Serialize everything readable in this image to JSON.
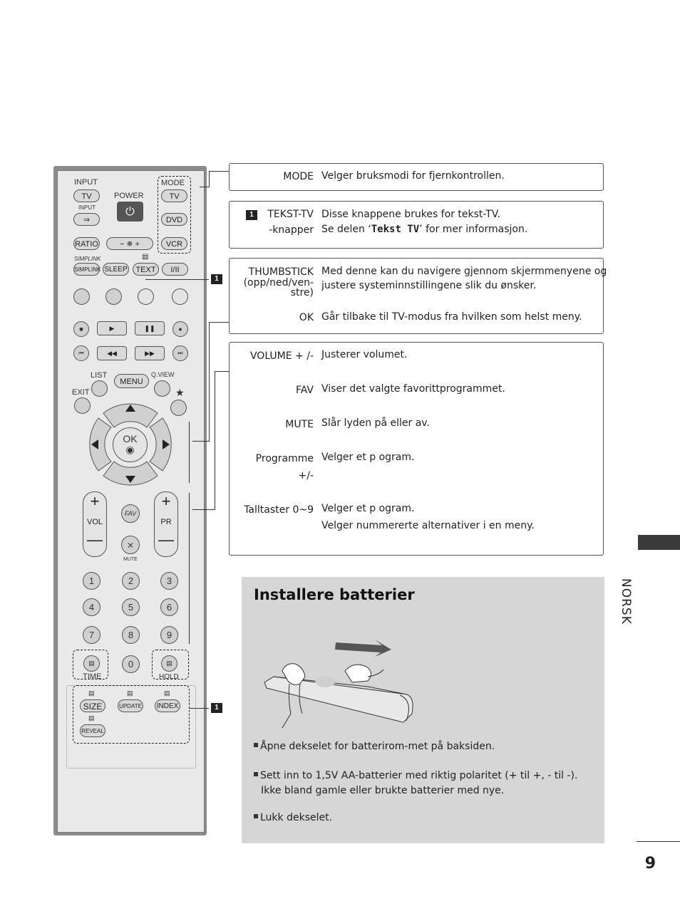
{
  "remote": {
    "input_label": "INPUT",
    "tv_label": "TV",
    "input_small": "INPUT",
    "power_label": "POWER",
    "mode_label": "MODE",
    "mode_tv": "TV",
    "dvd": "DVD",
    "vcr": "VCR",
    "ratio": "RATIO",
    "brightness": "− ✵ +",
    "simplink_logo": "SIMPLINK",
    "simplink": "SIMPLINK",
    "sleep": "SLEEP",
    "text": "TEXT",
    "i_ii": "I/II",
    "list": "LIST",
    "menu": "MENU",
    "qview": "Q.VIEW",
    "exit": "EXIT",
    "star": "★",
    "ok": "OK",
    "vol": "VOL",
    "pr": "PR",
    "fav": "FAV",
    "mute": "MUTE",
    "digits": [
      "1",
      "2",
      "3",
      "4",
      "5",
      "6",
      "7",
      "8",
      "9",
      "0"
    ],
    "time": "TIME",
    "hold": "HOLD",
    "size": "SIZE",
    "update": "UPDATE",
    "index": "INDEX",
    "reveal": "REVEAL",
    "callout_number": "1"
  },
  "items": {
    "mode_key": "MODE",
    "mode_val": "Velger bruksmodi for fjernkontrollen.",
    "teksttv_tag": "1",
    "teksttv_key": "TEKST-TV",
    "teksttv_key2": "-knapper",
    "teksttv_val1": "Disse knappene brukes for tekst-TV.",
    "teksttv_val2a": "Se delen ‘",
    "teksttv_val2b": "Tekst TV",
    "teksttv_val2c": "’ for mer informasjon.",
    "thumb_key1": "THUMBSTICK",
    "thumb_key2": "(opp/ned/ven-",
    "thumb_key3": "stre)",
    "thumb_val1": "Med denne kan du navigere gjennom skjermmenyene og",
    "thumb_val2": "justere systeminnstillingene slik du ønsker.",
    "ok_key": "OK",
    "ok_val": "Går tilbake til TV-modus fra hvilken som helst meny.",
    "vol_key": "VOLUME + /-",
    "vol_val": "Justerer volumet.",
    "fav_key": "FAV",
    "fav_val": "Viser det valgte favorittprogrammet.",
    "mute_key": "MUTE",
    "mute_val": "Slår lyden på eller av.",
    "prog_key1": "Programme",
    "prog_key2": "+/-",
    "prog_val": "Velger et p ogram.",
    "num_key": "Talltaster 0~9",
    "num_val1": "Velger et p ogram.",
    "num_val2": "Velger nummererte alternativer i en meny."
  },
  "battery": {
    "title": "Installere batterier",
    "step1": "Åpne dekselet for batterirom-met på baksiden.",
    "step2a": "Sett inn to 1,5V AA-batterier med riktig polaritet (+ til +, - til -).",
    "step2b": "Ikke bland gamle eller brukte batterier med nye.",
    "step3": "Lukk dekselet."
  },
  "side_tab": "NORSK",
  "page_number": "9"
}
